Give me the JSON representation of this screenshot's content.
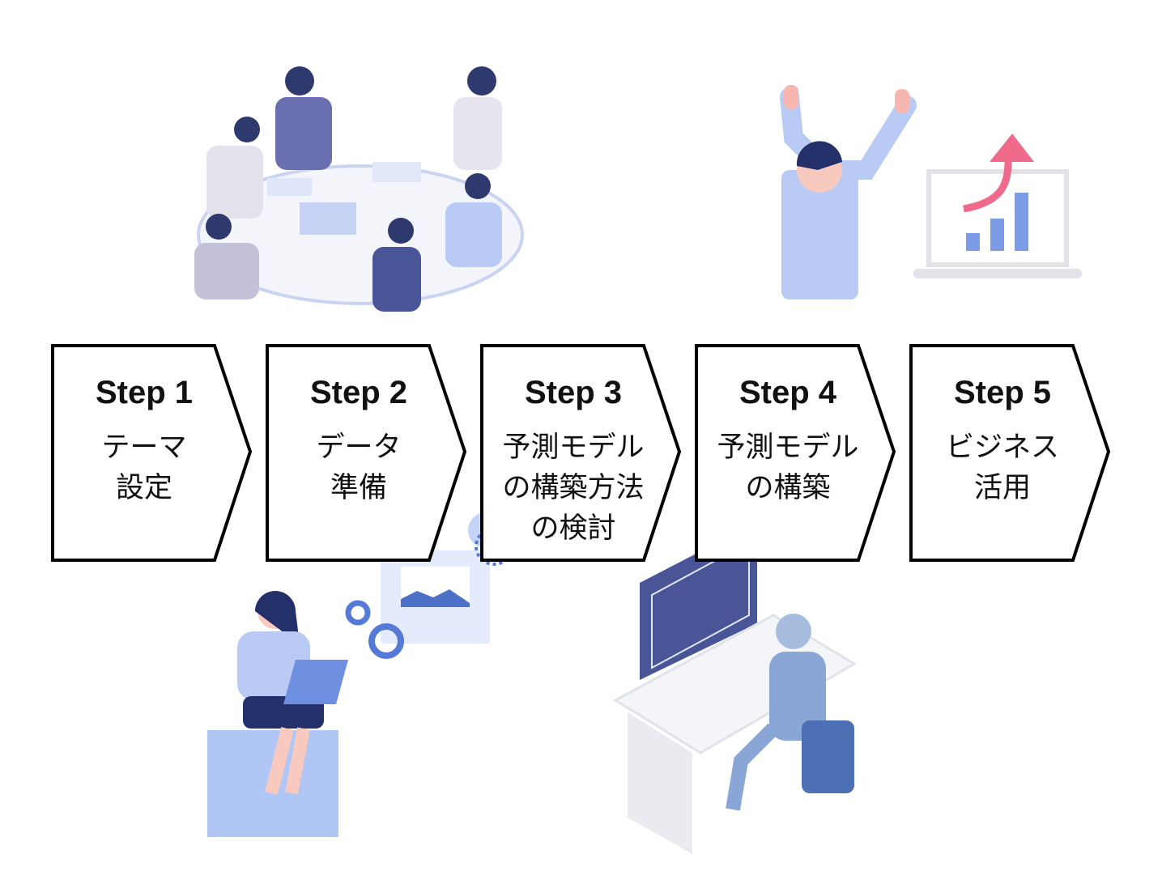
{
  "steps": [
    {
      "title": "Step 1",
      "desc": "テーマ\n設定"
    },
    {
      "title": "Step 2",
      "desc": "データ\n準備"
    },
    {
      "title": "Step 3",
      "desc": "予測モデル\nの構築方法\nの検討"
    },
    {
      "title": "Step 4",
      "desc": "予測モデル\nの構築"
    },
    {
      "title": "Step 5",
      "desc": "ビジネス\n活用"
    }
  ],
  "colors": {
    "outline": "#000000",
    "accent_blue": "#7b9be6",
    "light_blue": "#b9cbf4",
    "navy": "#2e3a6e",
    "pink": "#f06a8c"
  }
}
